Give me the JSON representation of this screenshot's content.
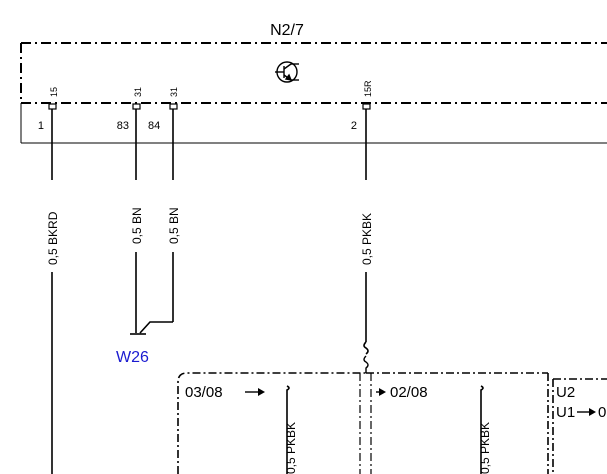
{
  "component": {
    "name": "N2/7",
    "symbol": "transistor-icon"
  },
  "pins": [
    {
      "terminal": "15",
      "number": "1",
      "wire": "0,5 BKRD"
    },
    {
      "terminal": "31",
      "number": "83",
      "wire": "0,5 BN"
    },
    {
      "terminal": "31",
      "number": "84",
      "wire": "0,5 BN"
    },
    {
      "terminal": "15R",
      "number": "2",
      "wire": "0,5 PKBK"
    }
  ],
  "ground": {
    "name": "W26"
  },
  "branches": [
    {
      "code": "03/08",
      "wire": "0,5 PKBK"
    },
    {
      "code": "02/08",
      "wire": "0,5 PKBK"
    }
  ],
  "right_block": {
    "top": "U2",
    "second": "U1",
    "second_suffix": "0"
  },
  "colors": {
    "line": "#000000",
    "ground_label": "#1a1ad0"
  }
}
